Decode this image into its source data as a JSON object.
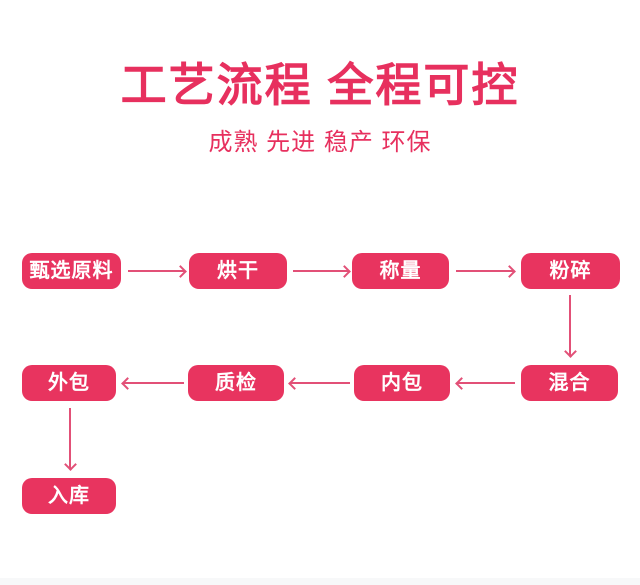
{
  "header": {
    "title": "工艺流程 全程可控",
    "subtitle": "成熟 先进 稳产 环保"
  },
  "colors": {
    "accent": "#E7305E",
    "node_bg": "#E8345F",
    "arrow": "#E25077",
    "footer_strip": "#F7F8F9"
  },
  "flow": {
    "steps": [
      {
        "label": "甄选原料"
      },
      {
        "label": "烘干"
      },
      {
        "label": "称量"
      },
      {
        "label": "粉碎"
      },
      {
        "label": "混合"
      },
      {
        "label": "内包"
      },
      {
        "label": "质检"
      },
      {
        "label": "外包"
      },
      {
        "label": "入库"
      }
    ]
  }
}
